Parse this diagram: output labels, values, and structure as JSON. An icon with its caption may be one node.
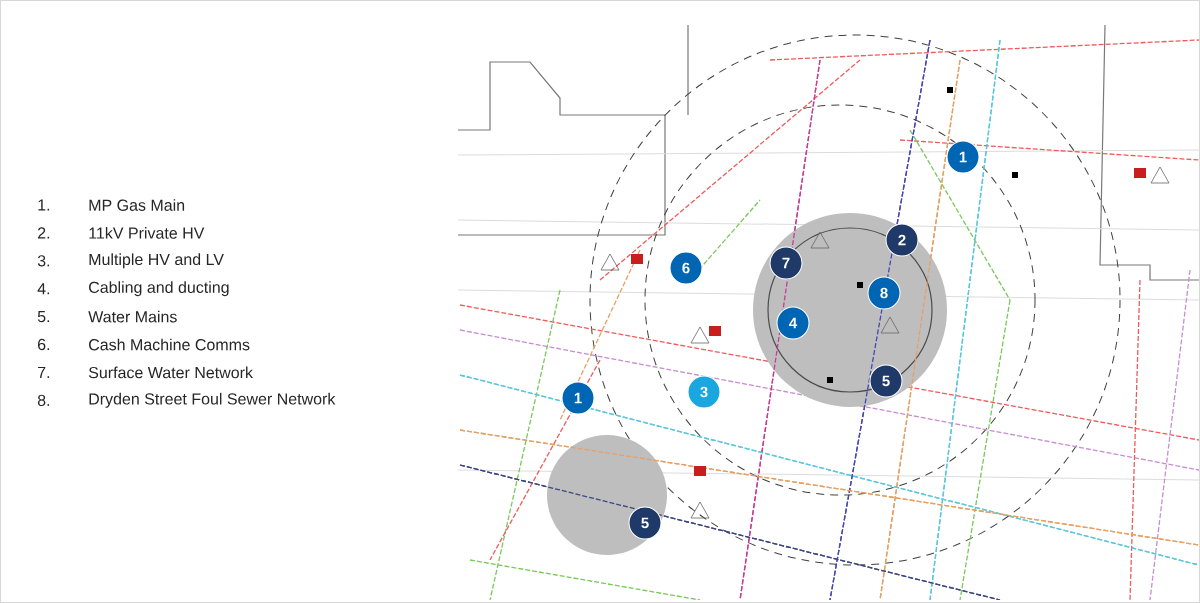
{
  "diagram": {
    "labels": [
      "1.",
      "MP Gas Main",
      "2.",
      "11kV Private HV",
      "3.",
      "Multiple HV and LV",
      "4.",
      "Cabling and ducting",
      "5.",
      "Water Mains",
      "6.",
      "Cash Machine Comms",
      "7.",
      "Surface Water Network",
      "8.",
      "Dryden Street Foul Sewer Network",
      "1",
      "2",
      "7",
      "6",
      "8",
      "4",
      "5",
      "3",
      "1",
      "5"
    ]
  }
}
